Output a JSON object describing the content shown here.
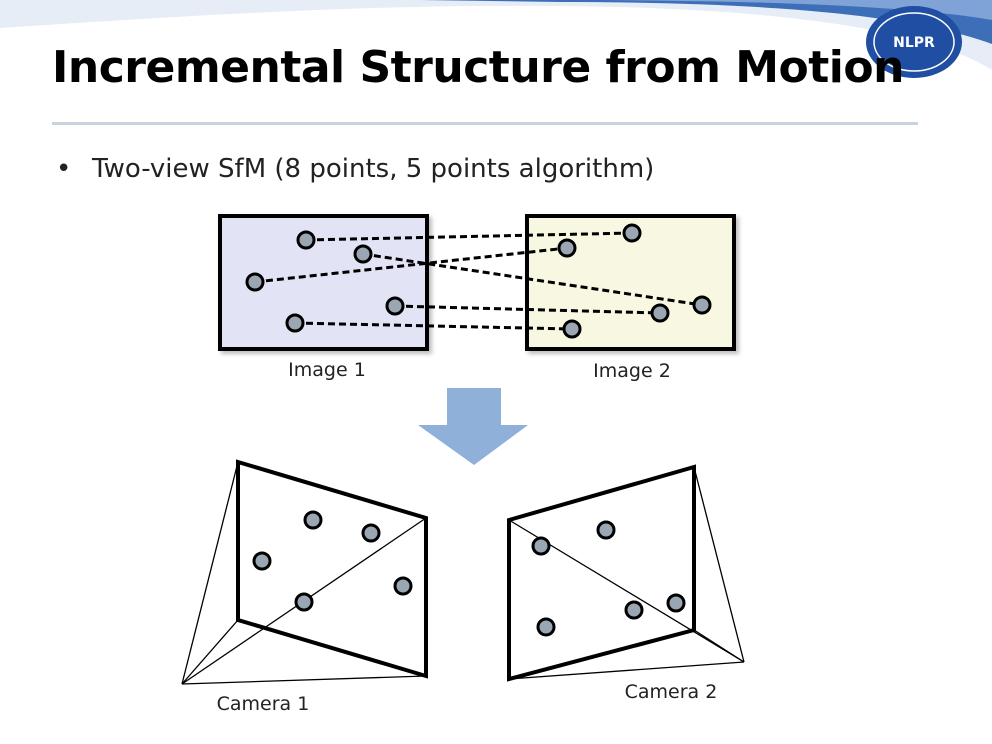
{
  "slide": {
    "title": "Incremental Structure from Motion",
    "bullet": "Two-view SfM (8 points, 5 points algorithm)",
    "bullet_marker": "•",
    "logo_text": "NLPR"
  },
  "diagram": {
    "image1_label": "Image 1",
    "image2_label": "Image 2",
    "camera1_label": "Camera 1",
    "camera2_label": "Camera 2"
  },
  "colors": {
    "image1_fill": "#e2e4f6",
    "image2_fill": "#f8f8e2",
    "point_fill": "#9aa6b2",
    "arrow": "#8fb0d8",
    "banner": "#2f63ad",
    "logo": "#1f4ea2"
  }
}
